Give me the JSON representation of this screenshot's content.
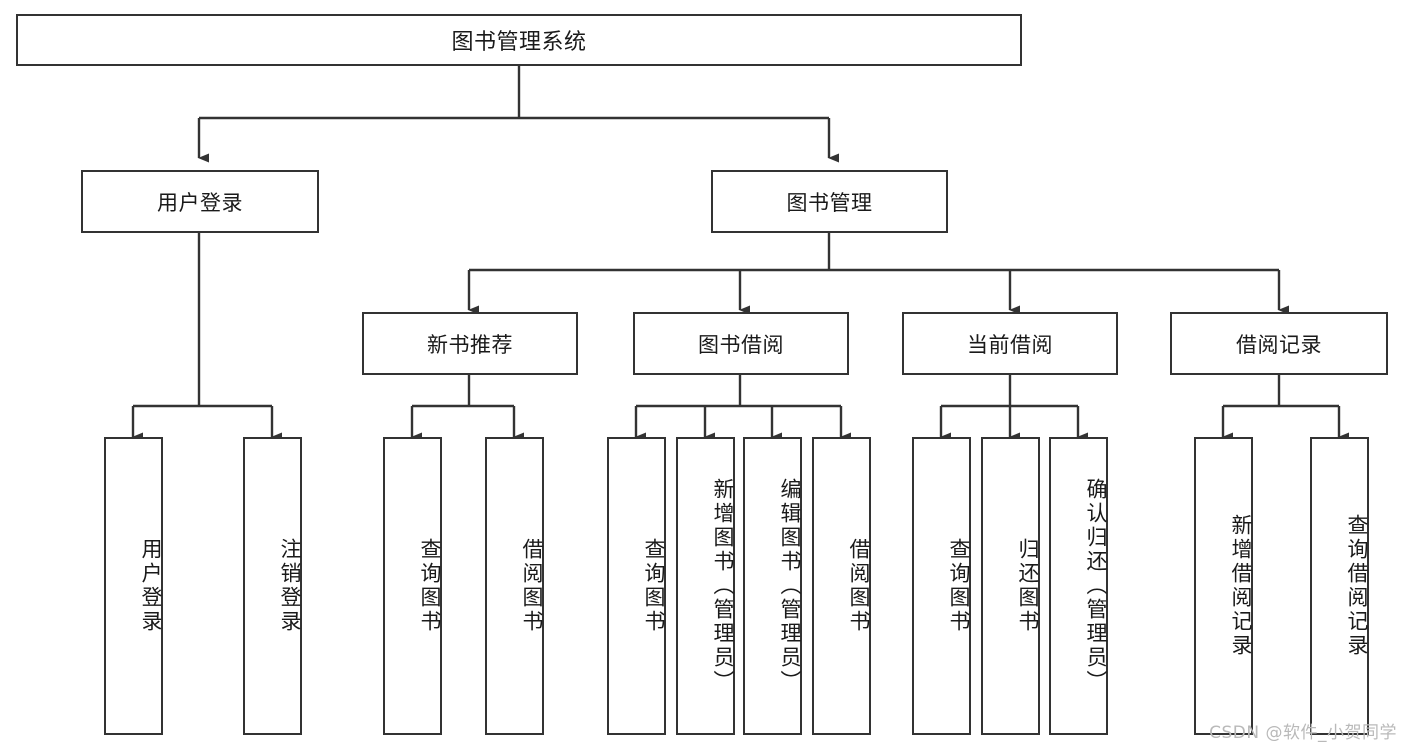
{
  "diagram": {
    "title": "图书管理系统",
    "type": "hierarchy-tree",
    "watermark": "CSDN @软件_小贺同学",
    "colors": {
      "box_border": "#333333",
      "box_fill": "#ffffff",
      "connector": "#333333",
      "text": "#1a1a1a",
      "watermark": "#b9b9b9"
    },
    "levels": {
      "root": {
        "label": "图书管理系统"
      },
      "level2": [
        {
          "id": "user-login",
          "label": "用户登录"
        },
        {
          "id": "book-management",
          "label": "图书管理"
        }
      ],
      "level3": [
        {
          "id": "new-book-recommend",
          "label": "新书推荐"
        },
        {
          "id": "book-borrow",
          "label": "图书借阅"
        },
        {
          "id": "current-borrow",
          "label": "当前借阅"
        },
        {
          "id": "borrow-record",
          "label": "借阅记录"
        }
      ],
      "leaves": {
        "user-login": [
          {
            "id": "leaf-user-login",
            "label": "用户登录"
          },
          {
            "id": "leaf-logout-login",
            "label": "注销登录"
          }
        ],
        "new-book-recommend": [
          {
            "id": "leaf-query-book-1",
            "label": "查询图书"
          },
          {
            "id": "leaf-borrow-book-1",
            "label": "借阅图书"
          }
        ],
        "book-borrow": [
          {
            "id": "leaf-query-book-2",
            "label": "查询图书"
          },
          {
            "id": "leaf-add-book",
            "label": "新增图书（管理员）"
          },
          {
            "id": "leaf-edit-book",
            "label": "编辑图书（管理员）"
          },
          {
            "id": "leaf-borrow-book-2",
            "label": "借阅图书"
          }
        ],
        "current-borrow": [
          {
            "id": "leaf-query-book-3",
            "label": "查询图书"
          },
          {
            "id": "leaf-return-book",
            "label": "归还图书"
          },
          {
            "id": "leaf-confirm-return",
            "label": "确认归还（管理员）"
          }
        ],
        "borrow-record": [
          {
            "id": "leaf-add-record",
            "label": "新增借阅记录"
          },
          {
            "id": "leaf-query-record",
            "label": "查询借阅记录"
          }
        ]
      }
    }
  }
}
